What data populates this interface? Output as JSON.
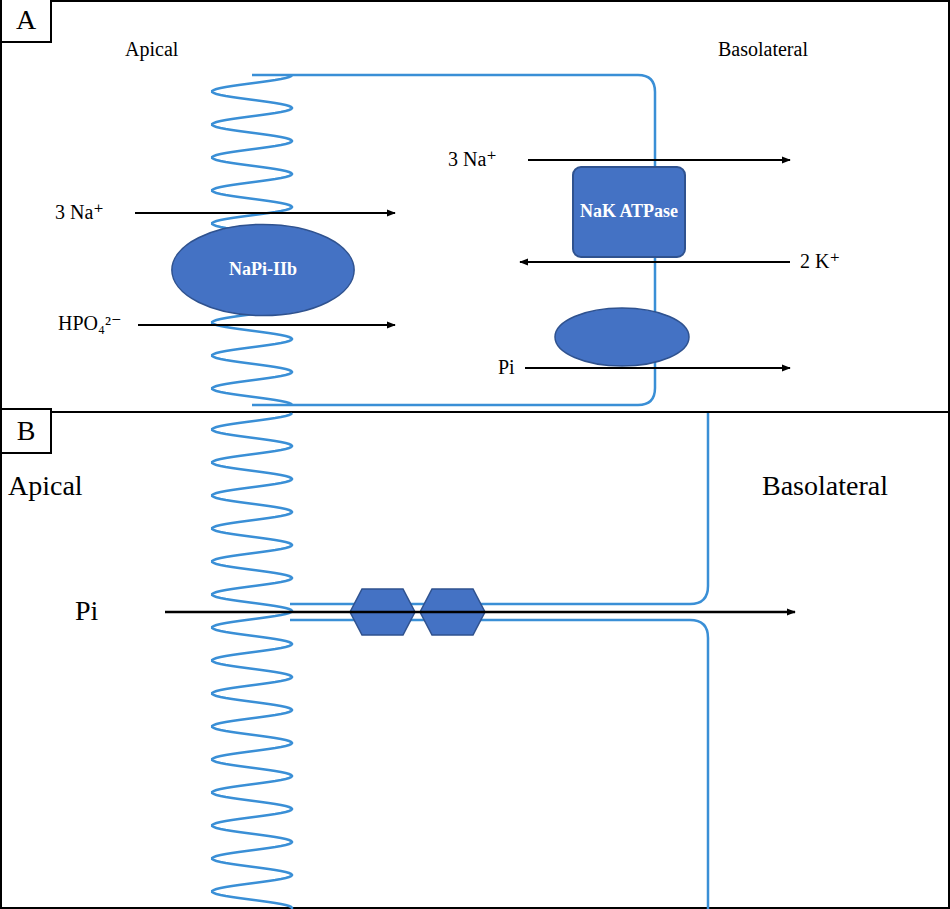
{
  "diagram": {
    "nodes": [
      {
        "text": [
          "A"
        ]
      },
      {
        "text": [
          "NaPi-IIb"
        ]
      },
      {
        "text": [
          "NaK ATPase"
        ]
      },
      {
        "text": [
          "B"
        ]
      }
    ],
    "labels": [
      "Apical",
      "Basolateral",
      "3 Na⁺",
      "HPO₄²⁻",
      "3 Na⁺",
      "2 K⁺",
      "Pi",
      "Apical",
      "Basolateral",
      "Pi"
    ]
  }
}
